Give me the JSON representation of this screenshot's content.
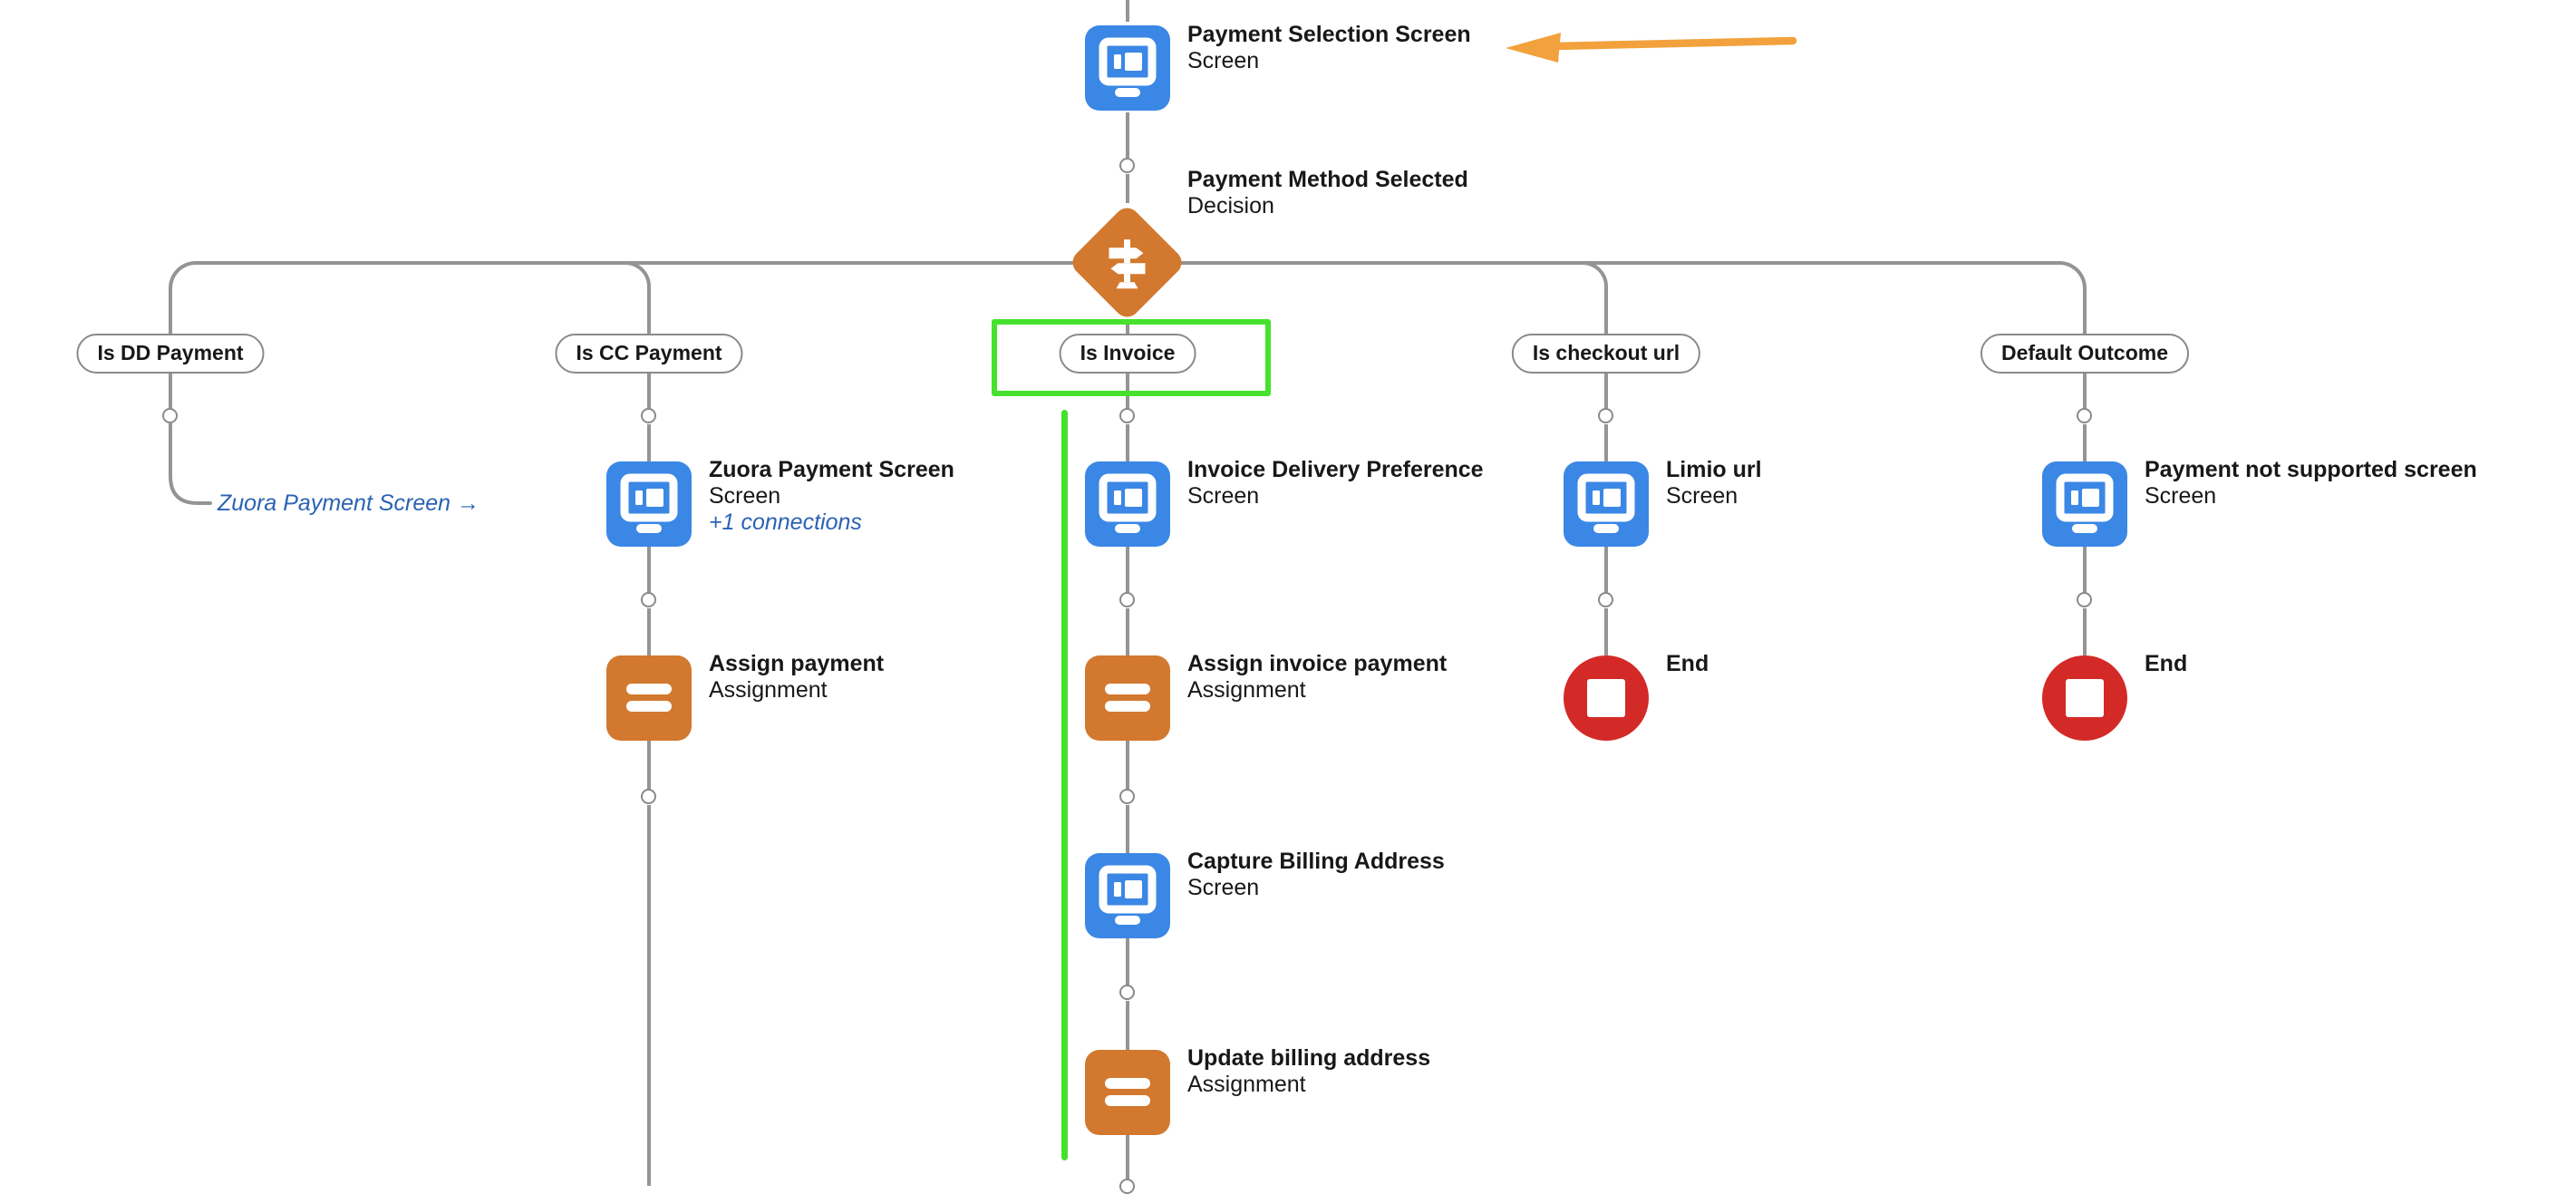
{
  "colors": {
    "screen-blue": "#3b87e5",
    "assign-orange": "#d2792f",
    "end-red": "#d32a27",
    "highlight-green": "#46e12d",
    "annotation-orange": "#f2a13c",
    "link-blue": "#2a62b5",
    "line": "#949494",
    "stroke": "#8a8a8a",
    "text": "#181818"
  },
  "flow": {
    "start": {
      "title": "Payment Selection Screen",
      "type_label": "Screen"
    },
    "decision": {
      "title": "Payment Method Selected",
      "type_label": "Decision"
    },
    "branches": [
      {
        "label": "Is DD Payment",
        "goto_link": "Zuora Payment Screen →"
      },
      {
        "label": "Is CC Payment",
        "nodes": [
          {
            "type": "screen",
            "title": "Zuora Payment Screen",
            "type_label": "Screen",
            "connections_note": "+1 connections"
          },
          {
            "type": "assignment",
            "title": "Assign payment",
            "type_label": "Assignment"
          }
        ]
      },
      {
        "label": "Is Invoice",
        "highlighted": true,
        "nodes": [
          {
            "type": "screen",
            "title": "Invoice Delivery Preference",
            "type_label": "Screen"
          },
          {
            "type": "assignment",
            "title": "Assign invoice payment",
            "type_label": "Assignment"
          },
          {
            "type": "screen",
            "title": "Capture Billing Address",
            "type_label": "Screen"
          },
          {
            "type": "assignment",
            "title": "Update billing address",
            "type_label": "Assignment"
          }
        ]
      },
      {
        "label": "Is checkout url",
        "nodes": [
          {
            "type": "screen",
            "title": "Limio url",
            "type_label": "Screen"
          },
          {
            "type": "end",
            "title": "End"
          }
        ]
      },
      {
        "label": "Default Outcome",
        "nodes": [
          {
            "type": "screen",
            "title": "Payment not supported screen",
            "type_label": "Screen"
          },
          {
            "type": "end",
            "title": "End"
          }
        ]
      }
    ]
  }
}
